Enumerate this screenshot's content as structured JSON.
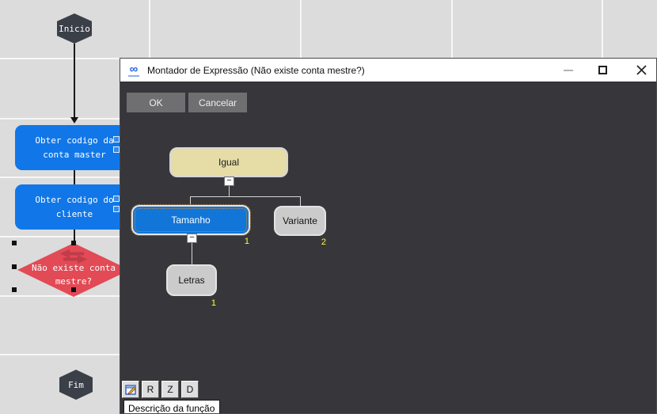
{
  "window": {
    "title": "Montador de Expressão (Não existe conta mestre?)"
  },
  "actions": {
    "ok": "OK",
    "cancel": "Cancelar"
  },
  "flowchart": {
    "start": "Inicio",
    "end": "Fim",
    "step1": "Obter codigo da conta master",
    "step2": "Obter codigo do cliente",
    "decision": "Não existe conta mestre?"
  },
  "expression_tree": {
    "collapse_glyph": "−",
    "nodes": [
      {
        "label": "Igual",
        "type": "operator",
        "selected": false,
        "badge": ""
      },
      {
        "label": "Tamanho",
        "type": "function",
        "selected": true,
        "badge": "1"
      },
      {
        "label": "Variante",
        "type": "operand",
        "selected": false,
        "badge": "2"
      },
      {
        "label": "Letras",
        "type": "operand",
        "selected": false,
        "badge": "1"
      }
    ]
  },
  "bottom_toolbar": {
    "edit_button_icon": "edit-note-icon",
    "buttons": [
      "R",
      "Z",
      "D"
    ],
    "tooltip": "Descrição da função"
  },
  "colors": {
    "canvas_bg": "#dcdcdc",
    "action_node": "#1177e8",
    "decision_node": "#e24a56",
    "terminal_node": "#3a3f48",
    "operator_node": "#e5dca6",
    "selected_node": "#1276d8",
    "operand_node": "#cbcbcb",
    "badge_text": "#ffff33",
    "dialog_body": "#37373b",
    "dialog_button": "#6f6f71",
    "selection_dots": "#cc8433"
  }
}
